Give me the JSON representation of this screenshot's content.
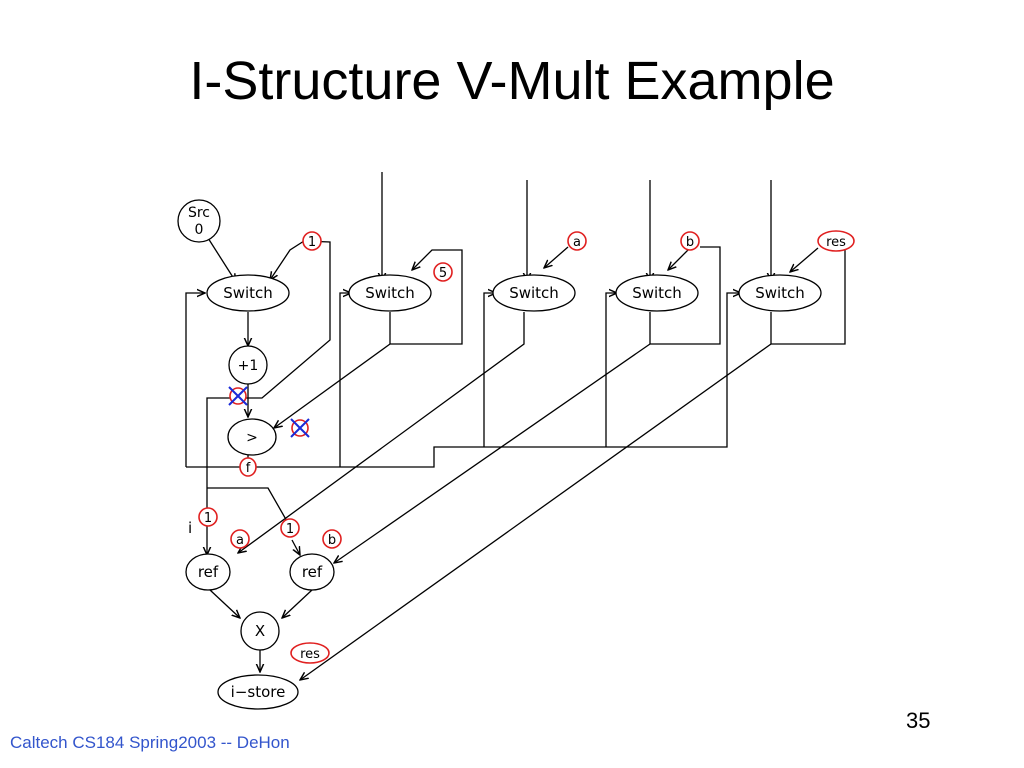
{
  "slide": {
    "title": "I-Structure V-Mult Example",
    "footer": "Caltech CS184 Spring2003 -- DeHon",
    "page_number": "35"
  },
  "diagram": {
    "nodes": {
      "src_line1": "Src",
      "src_line2": "0",
      "switch_label": "Switch",
      "increment": "+1",
      "compare": ">",
      "ref_label": "ref",
      "multiply": "X",
      "istore": "i−store"
    },
    "tokens": {
      "one": "1",
      "five": "5",
      "a": "a",
      "b": "b",
      "res": "res",
      "f": "f"
    },
    "labels": {
      "i": "i"
    }
  },
  "colors": {
    "token_outline": "#e02020",
    "cancel_mark": "#1a2bd8",
    "footer_text": "#3355cc"
  }
}
